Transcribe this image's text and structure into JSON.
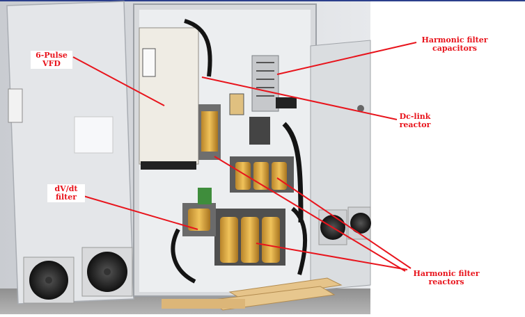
{
  "colors": {
    "accent_red": "#e8141c",
    "top_border": "#2b3f8c"
  },
  "labels": {
    "pulse_vfd": {
      "line1": "6-Pulse",
      "line2": "VFD"
    },
    "dvdt_filter": {
      "line1": "dV/dt",
      "line2": "filter"
    },
    "harmonic_caps": {
      "line1": "Harmonic filter",
      "line2": "capacitors"
    },
    "dc_link": {
      "line1": "Dc-link",
      "line2": "reactor"
    },
    "harmonic_reactors": {
      "line1": "Harmonic filter",
      "line2": "reactors"
    }
  }
}
